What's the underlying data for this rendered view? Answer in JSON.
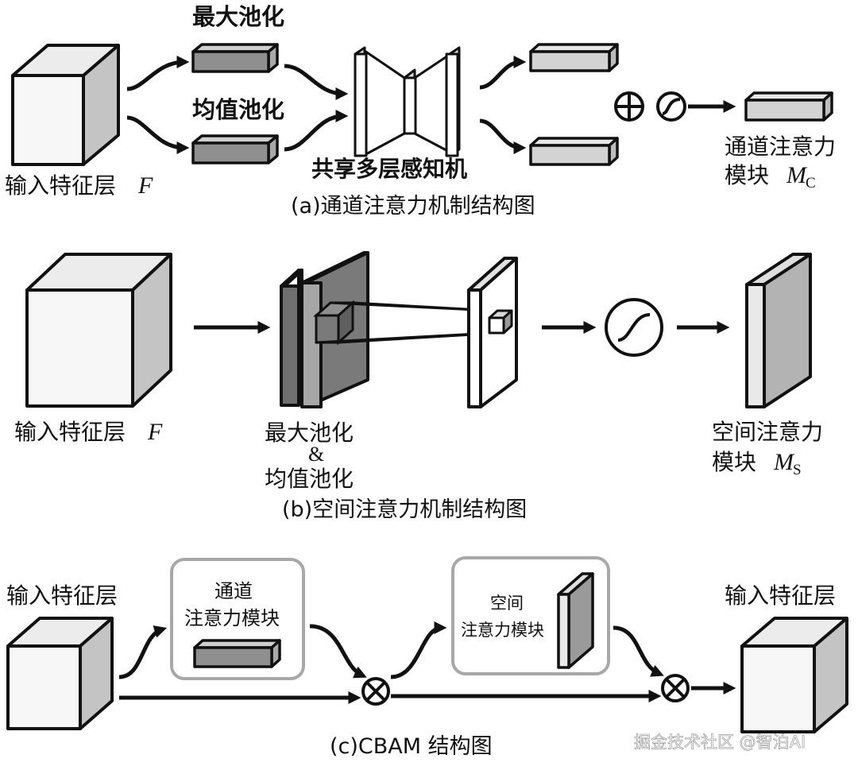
{
  "panel_a": {
    "input_label": "输入特征层",
    "input_var": "F",
    "max_pool": "最大池化",
    "avg_pool": "均值池化",
    "mlp": "共享多层感知机",
    "output_label_line1": "通道注意力",
    "output_label_line2": "模块",
    "output_var": "M",
    "output_sub": "C",
    "caption": "(a)通道注意力机制结构图"
  },
  "panel_b": {
    "input_label": "输入特征层",
    "input_var": "F",
    "pool_line1": "最大池化",
    "pool_line2": "&",
    "pool_line3": "均值池化",
    "output_label_line1": "空间注意力",
    "output_label_line2": "模块",
    "output_var": "M",
    "output_sub": "S",
    "caption": "(b)空间注意力机制结构图"
  },
  "panel_c": {
    "input_label": "输入特征层",
    "channel_module_line1": "通道",
    "channel_module_line2": "注意力模块",
    "spatial_module_line1": "空间",
    "spatial_module_line2": "注意力模块",
    "output_label": "输入特征层",
    "caption": "(c)CBAM 结构图"
  },
  "watermark": "掘金技术社区 @智泊AI",
  "colors": {
    "cube_front": "#f7f7f7",
    "cube_top": "#ececec",
    "cube_side": "#c4c4c4",
    "bar_dark": "#8f8f8f",
    "bar_light": "#d3d3d3",
    "plane_dark": "#6f6f6f",
    "stroke": "#111111",
    "module_border": "#a8a8a8"
  }
}
